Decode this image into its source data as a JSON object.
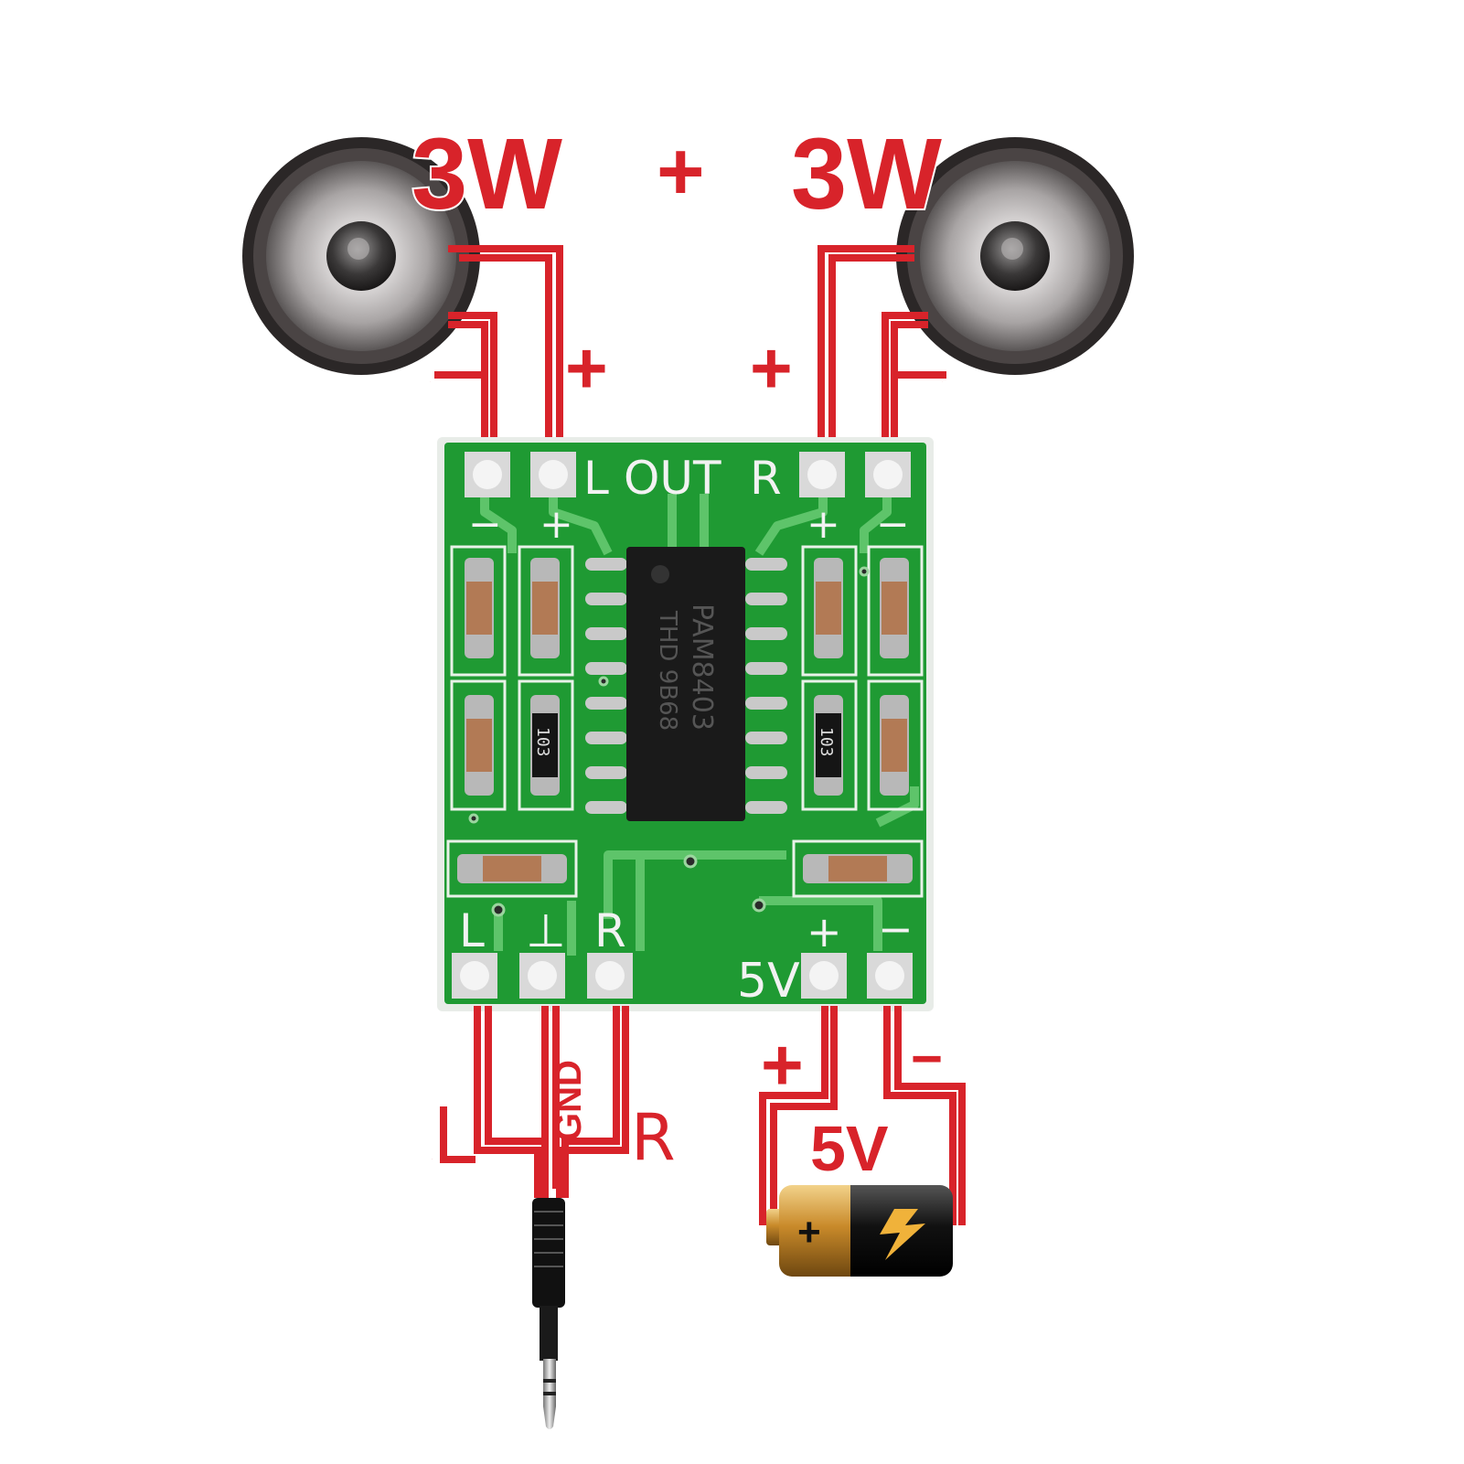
{
  "header": {
    "left_power": "3W",
    "plus": "+",
    "right_power": "3W"
  },
  "left_speaker_wires": {
    "minus_label": "−",
    "plus_label": "+"
  },
  "right_speaker_wires": {
    "plus_label": "+",
    "minus_label": "−"
  },
  "board": {
    "out_label_l": "L",
    "out_label_out": "OUT",
    "out_label_r": "R",
    "out_minus_l": "−",
    "out_plus_l": "+",
    "out_plus_r": "+",
    "out_minus_r": "−",
    "chip_line1": "PAM8403",
    "chip_line2": "THD 9B68",
    "resistor_left": "103",
    "resistor_right": "103",
    "in_label_l": "L",
    "in_label_gnd": "⊥",
    "in_label_r": "R",
    "power_plus": "+",
    "power_minus": "−",
    "power_label": "5V"
  },
  "input_wires": {
    "l": "L",
    "gnd": "GND",
    "r": "R"
  },
  "power_wires": {
    "plus": "+",
    "minus": "−",
    "voltage": "5V"
  },
  "battery": {
    "plus_symbol": "+"
  },
  "colors": {
    "wire": "#d8232a",
    "pcb": "#1f9a33",
    "trace": "#5ec46a"
  }
}
